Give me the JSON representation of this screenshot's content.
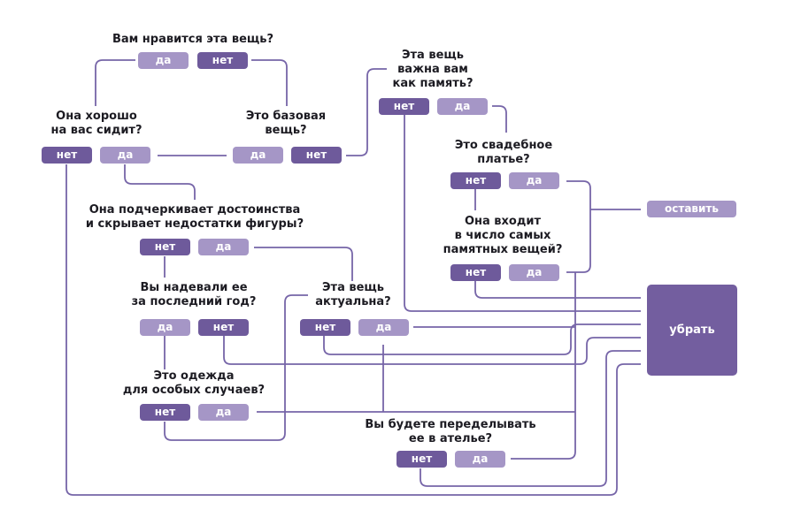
{
  "colors": {
    "no": "#6e5a9b",
    "yes": "#a596c6",
    "line": "#7665a8",
    "remove": "#735e9f",
    "text": "#1c1b22"
  },
  "questions": {
    "like": "Вам нравится эта вещь?",
    "fits": "Она хорошо\nна вас сидит?",
    "basic": "Это базовая\nвещь?",
    "memory": "Эта вещь\nважна вам\nкак память?",
    "wedding": "Это свадебное\nплатье?",
    "memorable": "Она входит\nв число самых\nпамятных вещей?",
    "flatter": "Она подчеркивает достоинства\nи скрывает недостатки фигуры?",
    "worn": "Вы надевали ее\nза последний год?",
    "relevant": "Эта вещь\nактуальна?",
    "special": "Это одежда\nдля особых случаев?",
    "alter": "Вы будете переделывать\nее в ателье?"
  },
  "labels": {
    "yes": "да",
    "no": "нет",
    "keep": "оставить",
    "remove": "убрать"
  }
}
